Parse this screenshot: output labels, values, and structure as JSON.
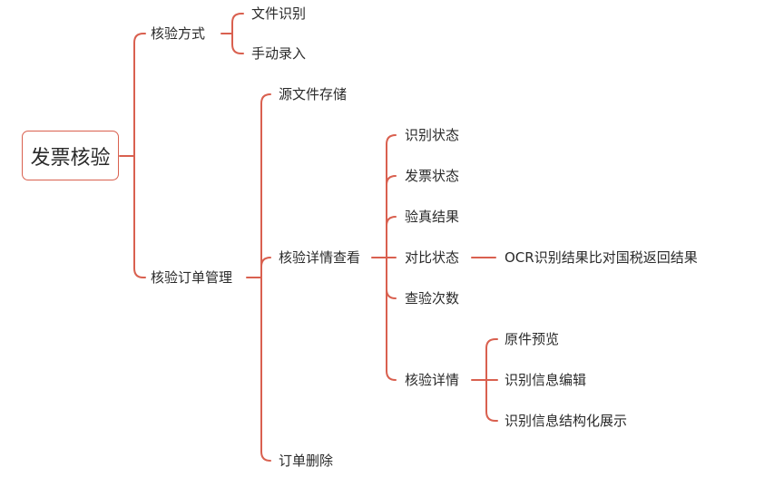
{
  "diagram": {
    "edge_color": "#d9604f",
    "root": {
      "label": "发票核验"
    },
    "branch_method": {
      "label": "核验方式",
      "children": [
        "文件识别",
        "手动录入"
      ]
    },
    "branch_order": {
      "label": "核验订单管理",
      "children": {
        "storage": "源文件存储",
        "detail_view": {
          "label": "核验详情查看",
          "children": {
            "recognition_status": "识别状态",
            "invoice_status": "发票状态",
            "verify_result": "验真结果",
            "compare_status": {
              "label": "对比状态",
              "note": "OCR识别结果比对国税返回结果"
            },
            "query_count": "查验次数",
            "verify_detail": {
              "label": "核验详情",
              "children": [
                "原件预览",
                "识别信息编辑",
                "识别信息结构化展示"
              ]
            }
          }
        },
        "delete": "订单删除"
      }
    }
  }
}
